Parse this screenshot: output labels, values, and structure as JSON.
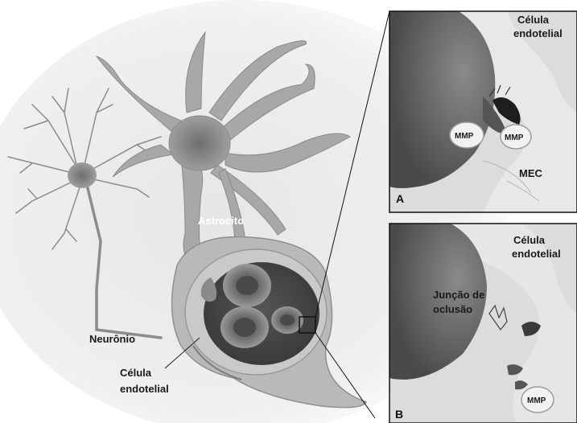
{
  "labels": {
    "astrocyte": "Astrocito",
    "neuron": "Neurônio",
    "endothelial_main_1": "Célula",
    "endothelial_main_2": "endotelial"
  },
  "panel_a": {
    "letter": "A",
    "endothelial_1": "Célula",
    "endothelial_2": "endotelial",
    "mmp_left": "MMP",
    "mmp_right": "MMP",
    "mec": "MEC"
  },
  "panel_b": {
    "letter": "B",
    "endothelial_1": "Célula",
    "endothelial_2": "endotelial",
    "junction_1": "Junção de",
    "junction_2": "oclusão",
    "mmp": "MMP"
  }
}
